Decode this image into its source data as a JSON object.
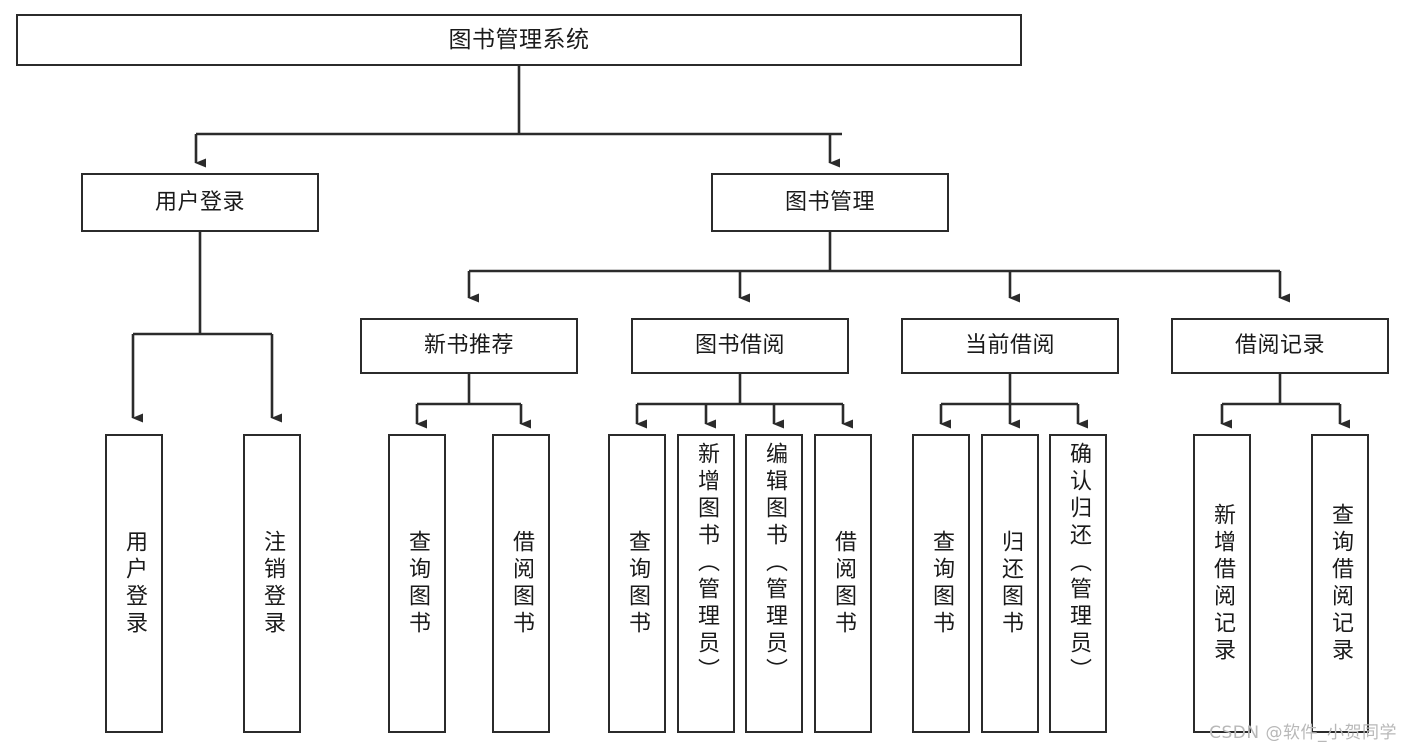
{
  "diagram": {
    "type": "tree",
    "title": "图书管理系统",
    "watermark": "CSDN @软件_小贺同学",
    "colors": {
      "stroke": "#2b2b2b",
      "fill": "#ffffff",
      "text": "#1a1a1a",
      "watermark": "#b8b8b8"
    },
    "nodes": {
      "root": {
        "label": "图书管理系统"
      },
      "level2": [
        {
          "id": "user-login",
          "label": "用户登录"
        },
        {
          "id": "book-manage",
          "label": "图书管理"
        }
      ],
      "level3": [
        {
          "id": "new-book-recommend",
          "label": "新书推荐"
        },
        {
          "id": "book-borrow",
          "label": "图书借阅"
        },
        {
          "id": "current-borrow",
          "label": "当前借阅"
        },
        {
          "id": "borrow-record",
          "label": "借阅记录"
        }
      ],
      "leaves": {
        "user_login": [
          {
            "id": "leaf-user-login",
            "label": "用户登录"
          },
          {
            "id": "leaf-logout",
            "label": "注销登录"
          }
        ],
        "new_book_recommend": [
          {
            "id": "leaf-query-book-1",
            "label": "查询图书"
          },
          {
            "id": "leaf-borrow-book-1",
            "label": "借阅图书"
          }
        ],
        "book_borrow": [
          {
            "id": "leaf-query-book-2",
            "label": "查询图书"
          },
          {
            "id": "leaf-add-book",
            "label": "新增图书（管理员）"
          },
          {
            "id": "leaf-edit-book",
            "label": "编辑图书（管理员）"
          },
          {
            "id": "leaf-borrow-book-2",
            "label": "借阅图书"
          }
        ],
        "current_borrow": [
          {
            "id": "leaf-query-book-3",
            "label": "查询图书"
          },
          {
            "id": "leaf-return-book",
            "label": "归还图书"
          },
          {
            "id": "leaf-confirm-return",
            "label": "确认归还（管理员）"
          }
        ],
        "borrow_record": [
          {
            "id": "leaf-add-record",
            "label": "新增借阅记录"
          },
          {
            "id": "leaf-query-record",
            "label": "查询借阅记录"
          }
        ]
      }
    }
  }
}
